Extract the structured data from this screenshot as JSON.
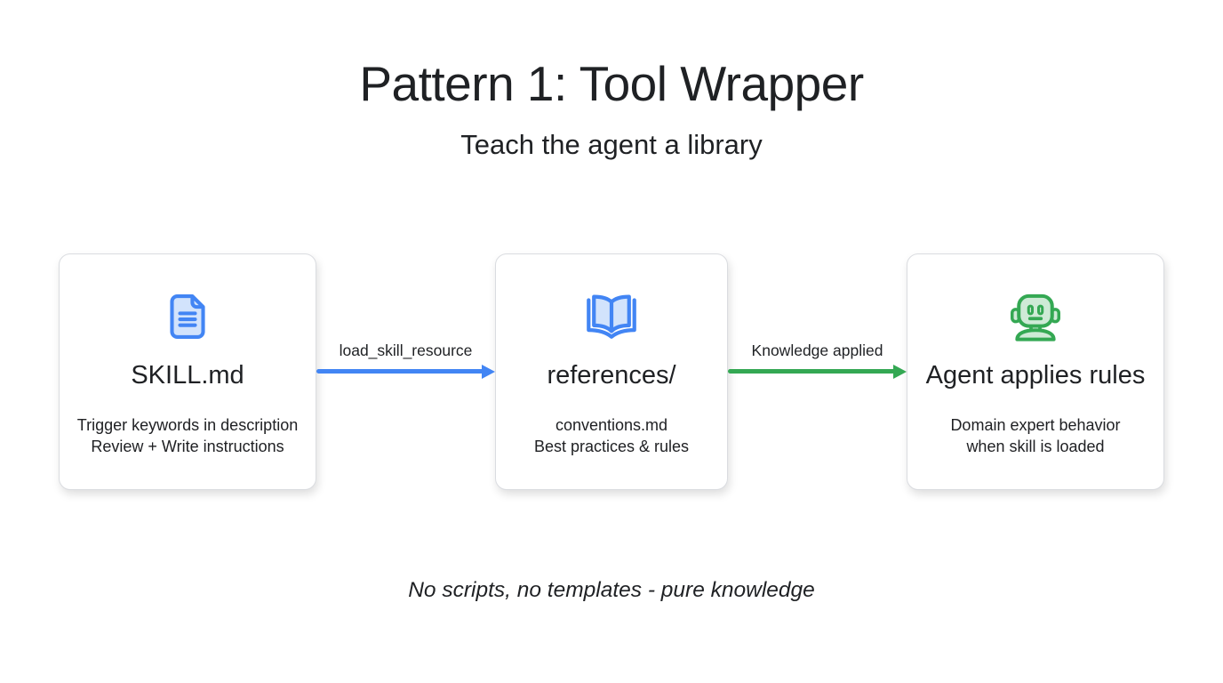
{
  "header": {
    "title": "Pattern 1: Tool Wrapper",
    "subtitle": "Teach the agent a library"
  },
  "diagram": {
    "nodes": [
      {
        "icon": "document-icon",
        "title": "SKILL.md",
        "lines": [
          "Trigger keywords in description",
          "Review + Write instructions"
        ]
      },
      {
        "icon": "open-book-icon",
        "title": "references/",
        "lines": [
          "conventions.md",
          "Best practices & rules"
        ]
      },
      {
        "icon": "robot-icon",
        "title": "Agent applies rules",
        "lines": [
          "Domain expert behavior",
          "when skill is loaded"
        ]
      }
    ],
    "arrows": [
      {
        "label": "load_skill_resource",
        "color": "#4285F4"
      },
      {
        "label": "Knowledge applied",
        "color": "#34A853"
      }
    ]
  },
  "footer": {
    "note": "No scripts, no templates - pure knowledge"
  },
  "colors": {
    "blue": "#4285F4",
    "blue_fill": "#D2E3FC",
    "green": "#34A853",
    "green_fill": "#CEEAD6",
    "text": "#1F2124",
    "card_border": "#DADCE0",
    "background": "#FFFFFF"
  }
}
